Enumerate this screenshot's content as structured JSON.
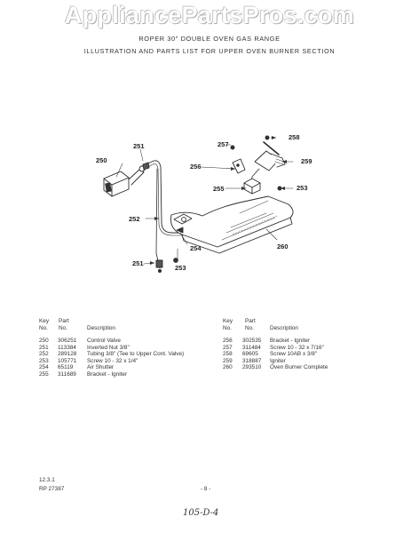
{
  "watermark": "AppliancePartsPros.com",
  "header": {
    "model": "ROPER 30\" DOUBLE OVEN GAS RANGE",
    "section": "ILLUSTRATION AND PARTS LIST FOR UPPER OVEN BURNER SECTION"
  },
  "callouts": {
    "c250": "250",
    "c251a": "251",
    "c251b": "251",
    "c252": "252",
    "c253a": "253",
    "c253b": "253",
    "c254": "254",
    "c255": "255",
    "c256": "256",
    "c257": "257",
    "c258": "258",
    "c259": "259",
    "c260": "260"
  },
  "parts_list": {
    "key_label": "Key",
    "no_label": "No.",
    "part_label": "Part",
    "part_no_label": "No.",
    "description_label": "Description",
    "left": [
      {
        "key": "250",
        "part": "306251",
        "desc": "Control Valve"
      },
      {
        "key": "251",
        "part": "113384",
        "desc": "Inverted Nut 3/8\""
      },
      {
        "key": "252",
        "part": "289128",
        "desc": "Tubing 3/8\" (Tee to Upper Cont. Valve)"
      },
      {
        "key": "253",
        "part": "105771",
        "desc": "Screw 10 - 32 x 1/4\""
      },
      {
        "key": "254",
        "part": "65119",
        "desc": "Air Shutter"
      },
      {
        "key": "255",
        "part": "311689",
        "desc": "Bracket - Igniter"
      }
    ],
    "right": [
      {
        "key": "256",
        "part": "302535",
        "desc": "Bracket - Igniter"
      },
      {
        "key": "257",
        "part": "311484",
        "desc": "Screw 10 - 32 x 7/16\""
      },
      {
        "key": "258",
        "part": "69605",
        "desc": "Screw 10AB x 3/8\""
      },
      {
        "key": "259",
        "part": "318887",
        "desc": "Igniter"
      },
      {
        "key": "260",
        "part": "293510",
        "desc": "Oven Burner Complete"
      }
    ]
  },
  "footer": {
    "code1": "12.3.1",
    "code2": "RP 27387",
    "page": "- 8 -",
    "handwritten": "105-D-4"
  }
}
